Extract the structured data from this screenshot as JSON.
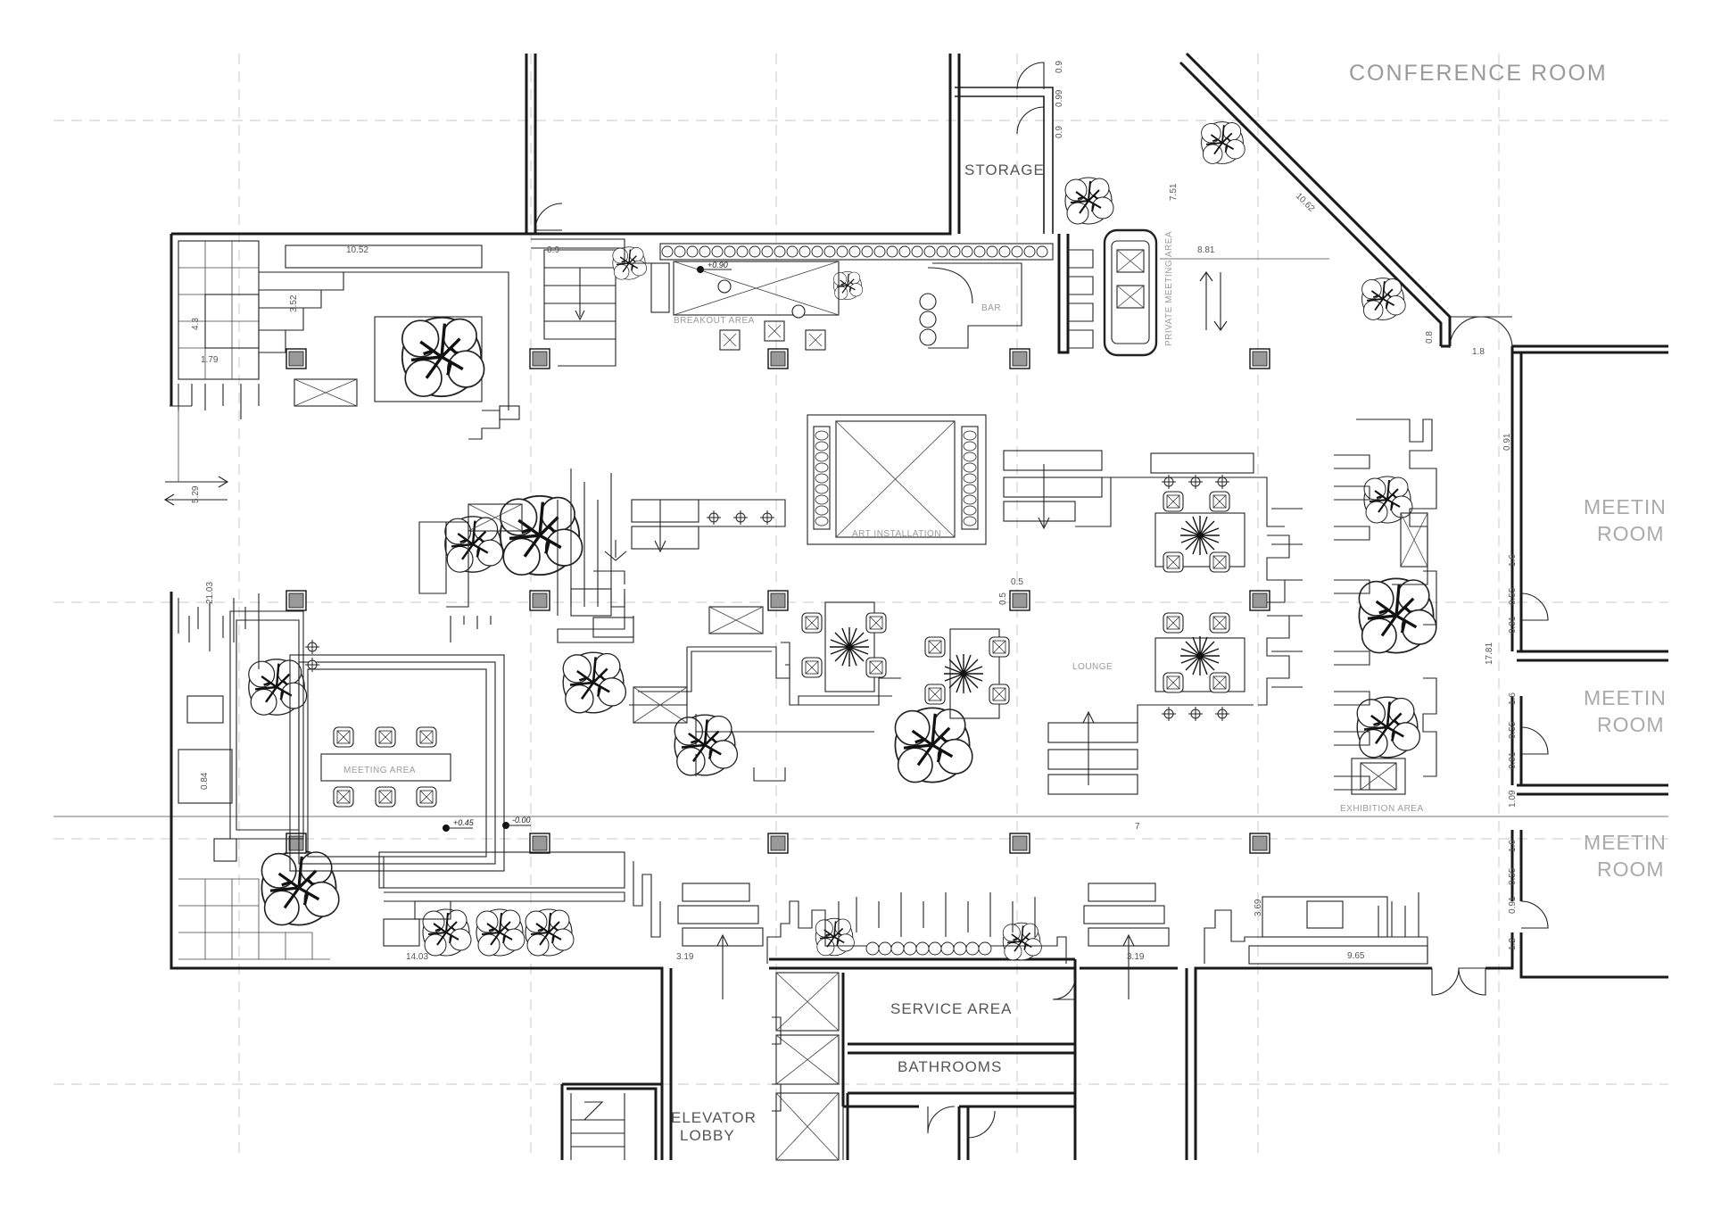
{
  "rooms": {
    "conference_room": "CONFERENCE ROOM",
    "storage": "STORAGE",
    "bar": "BAR",
    "breakout_area": "BREAKOUT AREA",
    "private_meeting_area": "PRIVATE MEETING AREA",
    "art_installation": "ART INSTALLATION",
    "lounge": "LOUNGE",
    "meeting_area": "MEETING AREA",
    "exhibition_area": "EXHIBITION AREA",
    "meeting_room_1_line1": "MEETIN",
    "meeting_room_1_line2": "ROOM",
    "meeting_room_2_line1": "MEETIN",
    "meeting_room_2_line2": "ROOM",
    "meeting_room_3_line1": "MEETIN",
    "meeting_room_3_line2": "ROOM",
    "service_area": "SERVICE AREA",
    "bathrooms": "BATHROOMS",
    "elevator_lobby_line1": "ELEVATOR",
    "elevator_lobby_line2": "LOBBY"
  },
  "dimensions": {
    "d_10_52": "10.52",
    "d_0_9_top": "0.9",
    "d_3_52": "3.52",
    "d_4_3": "4.3",
    "d_1_79": "1.79",
    "d_5_29": "5.29",
    "d_21_03": "21.03",
    "d_0_84": "0.84",
    "d_14_03": "14.03",
    "d_3_19_left": "3.19",
    "d_3_19_right": "3.19",
    "d_3_69": "3.69",
    "d_9_65": "9.65",
    "d_7": "7",
    "d_0_5_a": "0.5",
    "d_0_5_b": "0.5",
    "d_8_81": "8.81",
    "d_7_51": "7.51",
    "d_10_62": "10.62",
    "d_0_8": "0.8",
    "d_1_8_top": "1.8",
    "d_17_81": "17.81",
    "d_0_9_v1": "0.9",
    "d_0_99": "0.99",
    "d_0_9_v2": "0.9",
    "d_1_6_a": "1.6",
    "d_0_55_a": "0.55",
    "d_0_91_a": "0.91",
    "d_1_6_b": "1.6",
    "d_0_55_b": "0.55",
    "d_0_91_b": "0.91",
    "d_1_09": "1.09",
    "d_1_6_c": "1.6",
    "d_0_55_c": "0.55",
    "d_0_91_c": "0.91",
    "d_1_2": "1.2",
    "d_0_91_side": "0.91"
  },
  "levels": {
    "plus_0_90": "+0.90",
    "plus_0_45": "+0.45",
    "zero": "-0.00"
  }
}
